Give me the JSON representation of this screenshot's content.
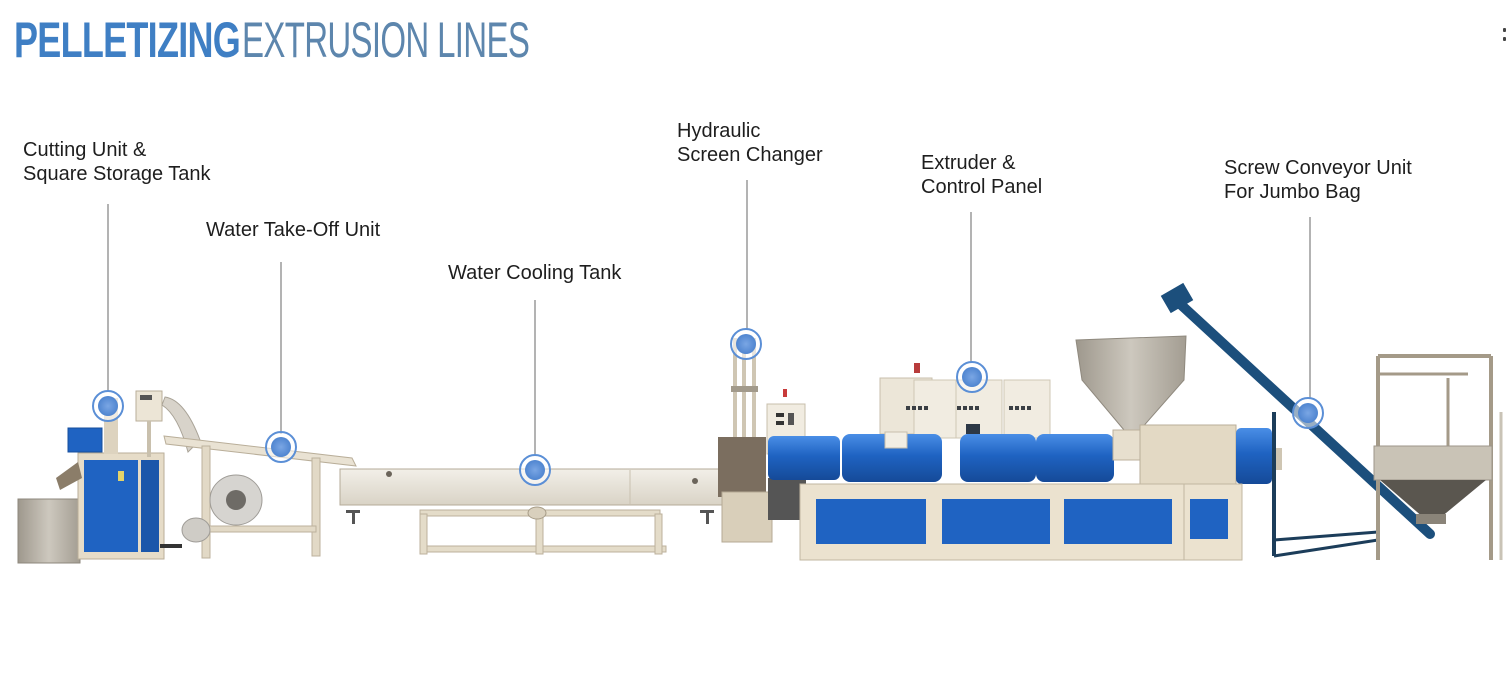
{
  "title": {
    "bold": "PELLETIZING",
    "light": "EXTRUSION LINES"
  },
  "colors": {
    "title_bold": "#3f7fc4",
    "title_light": "#5d86ad",
    "machine_blue": "#1f63c2",
    "frame_cream": "#e8dfcd",
    "steel": "#b5b0a6",
    "marker_blue": "#5b8fd6",
    "leader_line": "#8a8a8a"
  },
  "callouts": [
    {
      "id": "cutting-unit",
      "lines": [
        "Cutting Unit &",
        "Square Storage Tank"
      ],
      "icon": "target-marker-icon"
    },
    {
      "id": "water-take-off",
      "lines": [
        "Water Take-Off Unit"
      ],
      "icon": "target-marker-icon"
    },
    {
      "id": "water-cooling-tank",
      "lines": [
        "Water Cooling Tank"
      ],
      "icon": "target-marker-icon"
    },
    {
      "id": "hydraulic-screen-changer",
      "lines": [
        "Hydraulic",
        "Screen Changer"
      ],
      "icon": "target-marker-icon"
    },
    {
      "id": "extruder-control-panel",
      "lines": [
        "Extruder &",
        "Control Panel"
      ],
      "icon": "target-marker-icon"
    },
    {
      "id": "screw-conveyor",
      "lines": [
        "Screw Conveyor Unit",
        "For Jumbo Bag"
      ],
      "icon": "target-marker-icon"
    }
  ]
}
